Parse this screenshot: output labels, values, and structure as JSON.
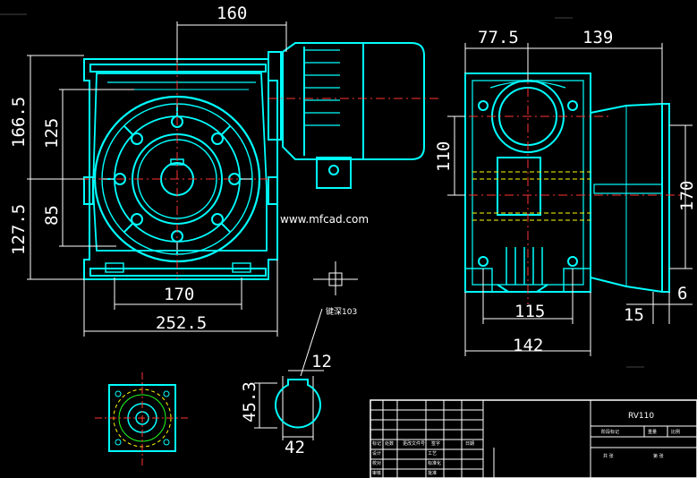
{
  "colors": {
    "background": "#000000",
    "outline": "#00ffff",
    "dimension": "#ffffff",
    "centerline": "#ff3333",
    "hidden": "#ffff00",
    "hatch": "#22ff22"
  },
  "watermark": "www.mfcad.com",
  "front_view": {
    "dim_160": "160",
    "dim_166_5": "166.5",
    "dim_125": "125",
    "dim_85": "85",
    "dim_127_5": "127.5",
    "dim_170": "170",
    "dim_252_5": "252.5"
  },
  "side_view": {
    "dim_77_5": "77.5",
    "dim_139": "139",
    "dim_110": "110",
    "dim_170": "170",
    "dim_115": "115",
    "dim_142": "142",
    "dim_15": "15",
    "dim_6": "6"
  },
  "shaft_section": {
    "leader_note": "键深103",
    "dim_12": "12",
    "dim_45_3": "45.3",
    "dim_42": "42"
  },
  "title_block": {
    "model": "RV110",
    "row_labels": [
      "标记",
      "设计",
      "校对",
      "审核",
      "工艺"
    ],
    "col_labels": [
      "处数",
      "更改文件号",
      "签字",
      "日期"
    ],
    "stage_label": "阶段标记",
    "weight_label": "重量",
    "scale_label": "比例",
    "sheet_label": "共  张",
    "page_label": "第  张",
    "std_label": "标准化",
    "approve_label": "批准"
  }
}
